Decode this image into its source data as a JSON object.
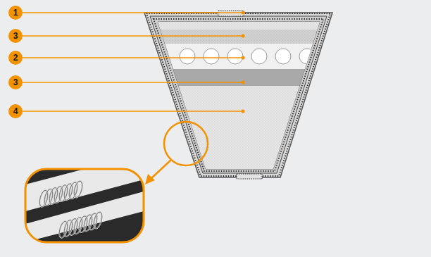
{
  "diagram": {
    "labels": [
      "1",
      "3",
      "2",
      "3",
      "4"
    ]
  }
}
